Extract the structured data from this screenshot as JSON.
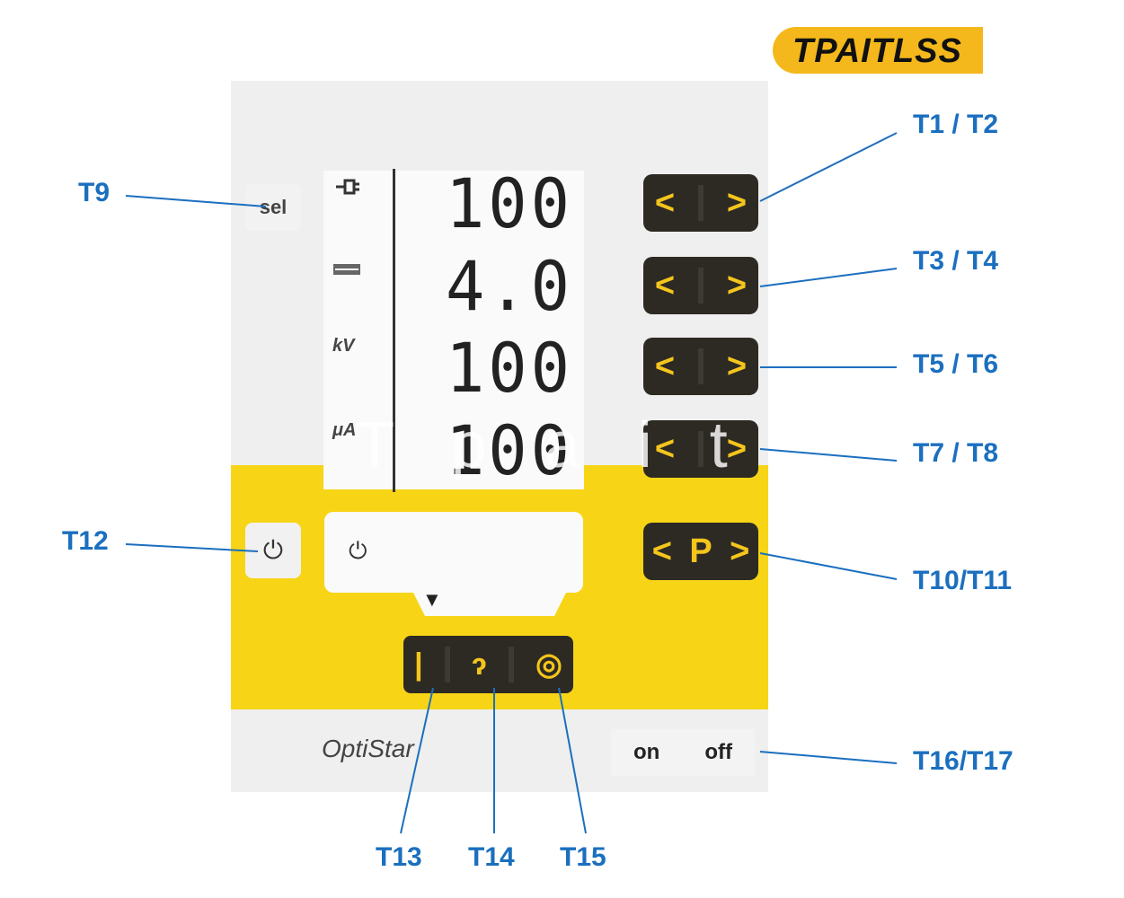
{
  "brand": {
    "badge_text": "TPAITLSS"
  },
  "panel": {
    "sel_label": "sel",
    "units": [
      "kV",
      "μA"
    ],
    "readouts": [
      "100",
      "4.0",
      "100",
      "100"
    ],
    "lcd_power_glyph": "⏻",
    "power_key_glyph": "⏻",
    "marker_glyph": "▼",
    "button_glyphs": {
      "left": "<",
      "right": ">",
      "program": "P"
    },
    "mode_glyphs": [
      "|",
      "ɂ",
      "◎"
    ],
    "model_name": "OptiStar",
    "switch_on": "on",
    "switch_off": "off"
  },
  "watermark": {
    "text": "T p a i t l s s"
  },
  "callouts": {
    "t9": "T9",
    "t1_t2": "T1 / T2",
    "t3_t4": "T3 / T4",
    "t5_t6": "T5 / T6",
    "t7_t8": "T7 / T8",
    "t12": "T12",
    "t10_t11": "T10/T11",
    "t16_t17": "T16/T17",
    "t13": "T13",
    "t14": "T14",
    "t15": "T15"
  },
  "colors": {
    "panel_yellow": "#f7d516",
    "button_dark": "#2d2a24",
    "glyph_yellow": "#f4c51c",
    "callout_blue": "#1b6fbf"
  }
}
